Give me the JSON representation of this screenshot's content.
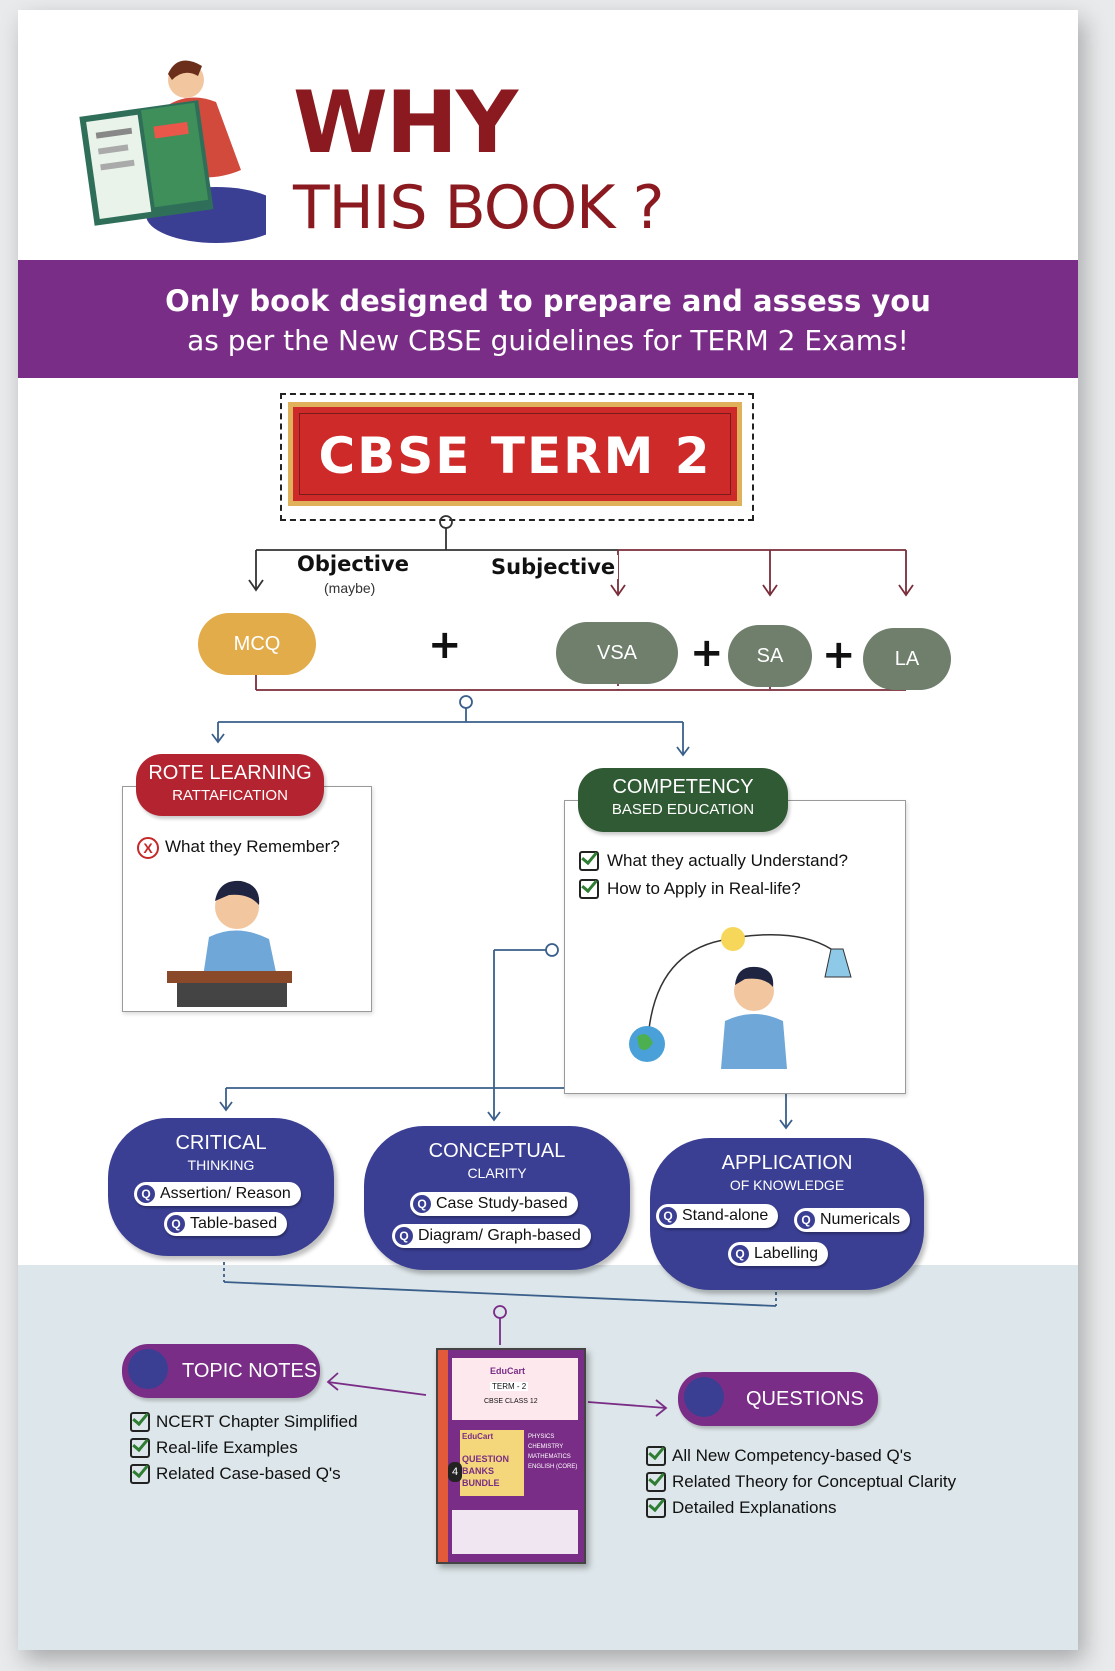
{
  "header": {
    "why": "WHY",
    "this_book": "THIS BOOK ?"
  },
  "band": {
    "line1": "Only book designed to prepare and assess you",
    "line2": "as per the New CBSE guidelines for TERM 2 Exams!"
  },
  "term_box": "CBSE TERM 2",
  "split": {
    "objective": "Objective",
    "objective_note": "(maybe)",
    "subjective": "Subjective"
  },
  "types": {
    "mcq": "MCQ",
    "vsa": "VSA",
    "sa": "SA",
    "la": "LA",
    "plus": "+"
  },
  "rote": {
    "title": "ROTE LEARNING",
    "subtitle": "RATTAFICATION",
    "question": "What they Remember?"
  },
  "competency": {
    "title": "COMPETENCY",
    "subtitle": "BASED EDUCATION",
    "point1": "What they actually Understand?",
    "point2": "How to Apply in Real-life?"
  },
  "pillars": [
    {
      "title": "CRITICAL",
      "subtitle": "THINKING",
      "chips": [
        "Assertion/ Reason",
        "Table-based"
      ]
    },
    {
      "title": "CONCEPTUAL",
      "subtitle": "CLARITY",
      "chips": [
        "Case Study-based",
        "Diagram/ Graph-based"
      ]
    },
    {
      "title": "APPLICATION",
      "subtitle": "OF KNOWLEDGE",
      "chips": [
        "Stand-alone",
        "Numericals",
        "Labelling"
      ]
    }
  ],
  "chip_icon": "Q",
  "topic_notes": {
    "title": "TOPIC NOTES",
    "items": [
      "NCERT Chapter Simplified",
      "Real-life Examples",
      "Related Case-based Q's"
    ]
  },
  "questions": {
    "title": "QUESTIONS",
    "items": [
      "All New Competency-based Q's",
      "Related Theory for Conceptual Clarity",
      "Detailed Explanations"
    ]
  },
  "book": {
    "brand": "EduCart",
    "term": "TERM - 2",
    "class": "CBSE CLASS 12",
    "bundle_l1": "QUESTION",
    "bundle_l2": "BANKS",
    "bundle_l3": "BUNDLE",
    "count": "4",
    "subjects": [
      "PHYSICS",
      "CHEMISTRY",
      "MATHEMATICS",
      "ENGLISH (CORE)"
    ]
  },
  "colors": {
    "maroon": "#8a1a1f",
    "purple": "#7a2d86",
    "red": "#cf2a2a",
    "navy": "#3a3f93",
    "green": "#2f5a34",
    "mcq": "#e2ac4a",
    "grey_green": "#6f7f6c"
  },
  "icons": [
    "reader-illustration-icon",
    "lightbulb-icon",
    "globe-icon",
    "flask-icon",
    "notes-icon",
    "question-bubble-icon",
    "check-icon",
    "cross-icon"
  ]
}
